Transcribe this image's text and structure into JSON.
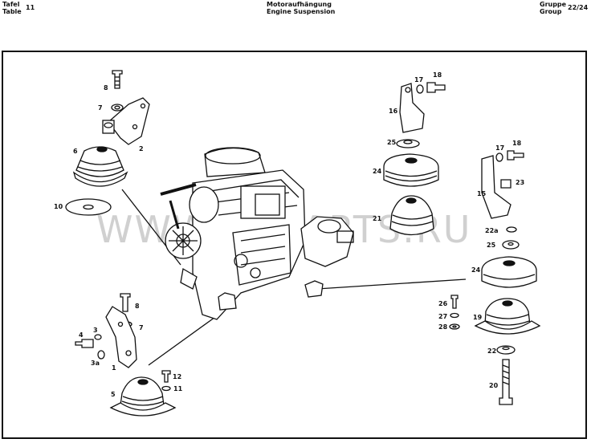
{
  "header": {
    "left_de": "Tafel",
    "left_en": "Table",
    "table_no": "11",
    "title_de": "Motoraufhängung",
    "title_en": "Engine Suspension",
    "right_de": "Gruppe",
    "right_en": "Group",
    "group_no": "22/24"
  },
  "watermark": "WWW.MBPARTS.RU",
  "labels": [
    "1",
    "2",
    "3",
    "3a",
    "4",
    "5",
    "6",
    "7",
    "7",
    "8",
    "8",
    "10",
    "11",
    "12",
    "15",
    "16",
    "17",
    "17",
    "18",
    "18",
    "19",
    "20",
    "21",
    "22",
    "22a",
    "23",
    "24",
    "24",
    "25",
    "25",
    "26",
    "27",
    "28"
  ]
}
